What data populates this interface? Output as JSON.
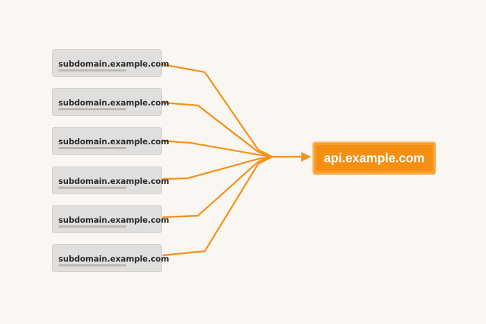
{
  "diagram": {
    "sources": [
      {
        "label": "subdomain.example.com"
      },
      {
        "label": "subdomain.example.com"
      },
      {
        "label": "subdomain.example.com"
      },
      {
        "label": "subdomain.example.com"
      },
      {
        "label": "subdomain.example.com"
      },
      {
        "label": "subdomain.example.com"
      }
    ],
    "target": {
      "label": "api.example.com"
    },
    "colors": {
      "background": "#faf6f2",
      "connector": "#f5921c",
      "target_fill": "#f48f12",
      "target_border": "#f7b864",
      "source_fill": "#e1dfdd"
    }
  }
}
